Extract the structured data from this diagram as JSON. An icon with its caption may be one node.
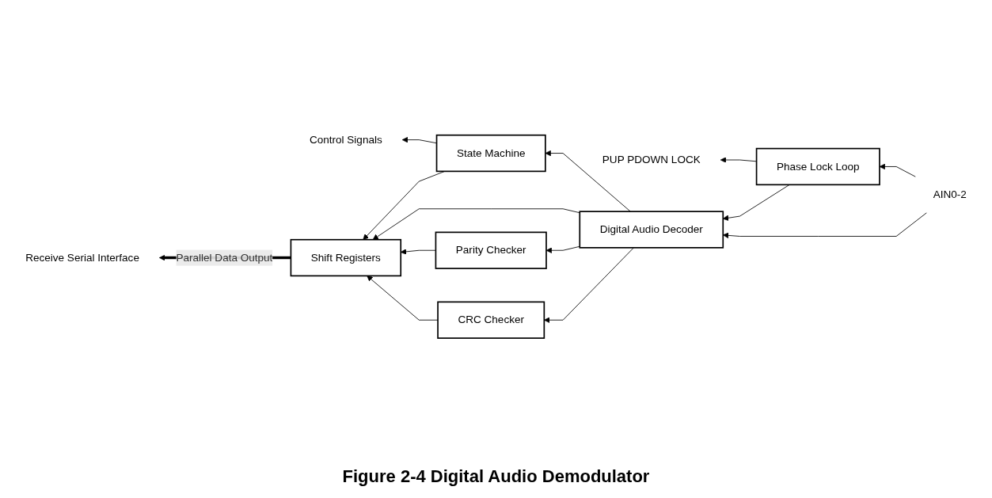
{
  "diagram": {
    "caption": "Figure 2-4 Digital Audio Demodulator",
    "nodes": [
      {
        "text": [
          "Control Signals"
        ]
      },
      {
        "text": [
          "State Machine"
        ]
      },
      {
        "text": [
          "Phase Lock Loop"
        ]
      },
      {
        "text": [
          "PUP PDOWN LOCK"
        ]
      },
      {
        "text": [
          "Receive Serial Interface"
        ]
      },
      {
        "text": [
          "Shift Registers"
        ]
      },
      {
        "text": [
          "Digital Audio Decoder"
        ]
      },
      {
        "text": [
          "AIN0-2"
        ]
      },
      {
        "text": [
          "Parity Checker"
        ]
      },
      {
        "text": [
          "CRC Checker"
        ]
      }
    ],
    "edges": [
      {
        "from": 1,
        "to": 0,
        "arrow": "to"
      },
      {
        "from": 2,
        "to": 3,
        "arrow": "to"
      },
      {
        "from": 1,
        "to": 5,
        "arrow": "to"
      },
      {
        "from": 6,
        "to": 1,
        "arrow": "to"
      },
      {
        "from": 2,
        "to": 6,
        "arrow": "to"
      },
      {
        "from": 7,
        "to": 2,
        "arrow": "to"
      },
      {
        "from": 7,
        "to": 6,
        "arrow": "to"
      },
      {
        "from": 6,
        "to": 5,
        "arrow": "to"
      },
      {
        "from": 5,
        "to": 4,
        "arrow": "to",
        "label": "Parallel Data Output",
        "style": "thick"
      },
      {
        "from": 6,
        "to": 8,
        "arrow": "to"
      },
      {
        "from": 6,
        "to": 9,
        "arrow": "to"
      },
      {
        "from": 8,
        "to": 5,
        "arrow": "to"
      },
      {
        "from": 9,
        "to": 5,
        "arrow": "to"
      }
    ]
  }
}
